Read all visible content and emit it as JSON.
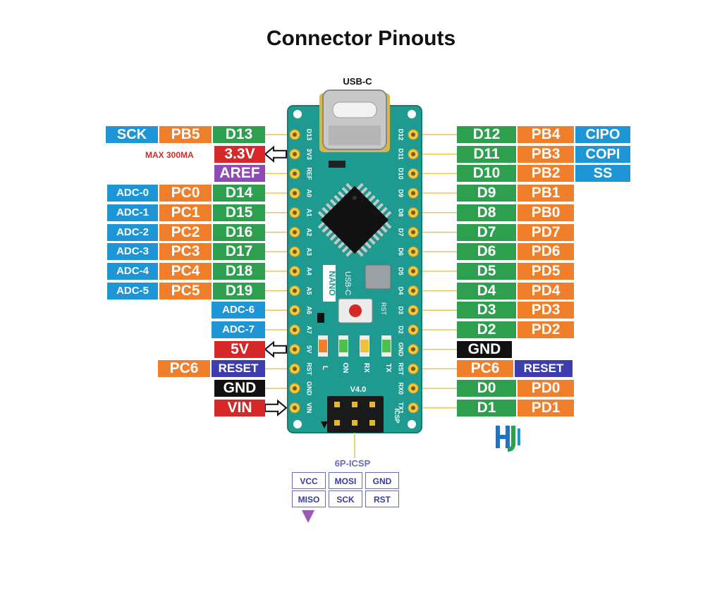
{
  "title": "Connector Pinouts",
  "usb_label": "USB-C",
  "board": {
    "name": "NANO",
    "usb_text": "USB-C",
    "version": "V4.0",
    "icsp_text": "ICSP",
    "rst_text": "RST",
    "left_silk": [
      "D13",
      "3V3",
      "REF",
      "A0",
      "A1",
      "A2",
      "A3",
      "A4",
      "A5",
      "A6",
      "A7",
      "5V",
      "RST",
      "GND",
      "VIN"
    ],
    "right_silk": [
      "D12",
      "D11",
      "D10",
      "D9",
      "D8",
      "D7",
      "D6",
      "D5",
      "D4",
      "D3",
      "D2",
      "GND",
      "RST",
      "RX0",
      "TX1"
    ],
    "leds": [
      "L",
      "ON",
      "RX",
      "TX"
    ]
  },
  "max_note": "MAX 300MA",
  "left_rows": [
    [
      {
        "t": "SCK",
        "c": "blue"
      },
      {
        "t": "PB5",
        "c": "orange"
      },
      {
        "t": "D13",
        "c": "green"
      }
    ],
    [
      {
        "t": "3.3V",
        "c": "red"
      }
    ],
    [
      {
        "t": "AREF",
        "c": "purple"
      }
    ],
    [
      {
        "t": "ADC-0",
        "c": "blue"
      },
      {
        "t": "PC0",
        "c": "orange"
      },
      {
        "t": "D14",
        "c": "green"
      }
    ],
    [
      {
        "t": "ADC-1",
        "c": "blue"
      },
      {
        "t": "PC1",
        "c": "orange"
      },
      {
        "t": "D15",
        "c": "green"
      }
    ],
    [
      {
        "t": "ADC-2",
        "c": "blue"
      },
      {
        "t": "PC2",
        "c": "orange"
      },
      {
        "t": "D16",
        "c": "green"
      }
    ],
    [
      {
        "t": "ADC-3",
        "c": "blue"
      },
      {
        "t": "PC3",
        "c": "orange"
      },
      {
        "t": "D17",
        "c": "green"
      }
    ],
    [
      {
        "t": "ADC-4",
        "c": "blue"
      },
      {
        "t": "PC4",
        "c": "orange"
      },
      {
        "t": "D18",
        "c": "green"
      }
    ],
    [
      {
        "t": "ADC-5",
        "c": "blue"
      },
      {
        "t": "PC5",
        "c": "orange"
      },
      {
        "t": "D19",
        "c": "green"
      }
    ],
    [
      {
        "t": "ADC-6",
        "c": "blue"
      }
    ],
    [
      {
        "t": "ADC-7",
        "c": "blue"
      }
    ],
    [
      {
        "t": "5V",
        "c": "red"
      }
    ],
    [
      {
        "t": "PC6",
        "c": "orange"
      },
      {
        "t": "RESET",
        "c": "navy"
      }
    ],
    [
      {
        "t": "GND",
        "c": "black"
      }
    ],
    [
      {
        "t": "VIN",
        "c": "red"
      }
    ]
  ],
  "right_rows": [
    [
      {
        "t": "D12",
        "c": "green"
      },
      {
        "t": "PB4",
        "c": "orange"
      },
      {
        "t": "CIPO",
        "c": "blue"
      }
    ],
    [
      {
        "t": "D11",
        "c": "green"
      },
      {
        "t": "PB3",
        "c": "orange"
      },
      {
        "t": "COPI",
        "c": "blue"
      }
    ],
    [
      {
        "t": "D10",
        "c": "green"
      },
      {
        "t": "PB2",
        "c": "orange"
      },
      {
        "t": "SS",
        "c": "blue"
      }
    ],
    [
      {
        "t": "D9",
        "c": "green"
      },
      {
        "t": "PB1",
        "c": "orange"
      }
    ],
    [
      {
        "t": "D8",
        "c": "green"
      },
      {
        "t": "PB0",
        "c": "orange"
      }
    ],
    [
      {
        "t": "D7",
        "c": "green"
      },
      {
        "t": "PD7",
        "c": "orange"
      }
    ],
    [
      {
        "t": "D6",
        "c": "green"
      },
      {
        "t": "PD6",
        "c": "orange"
      }
    ],
    [
      {
        "t": "D5",
        "c": "green"
      },
      {
        "t": "PD5",
        "c": "orange"
      }
    ],
    [
      {
        "t": "D4",
        "c": "green"
      },
      {
        "t": "PD4",
        "c": "orange"
      }
    ],
    [
      {
        "t": "D3",
        "c": "green"
      },
      {
        "t": "PD3",
        "c": "orange"
      }
    ],
    [
      {
        "t": "D2",
        "c": "green"
      },
      {
        "t": "PD2",
        "c": "orange"
      }
    ],
    [
      {
        "t": "GND",
        "c": "black"
      }
    ],
    [
      {
        "t": "PC6",
        "c": "orange"
      },
      {
        "t": "RESET",
        "c": "navy"
      }
    ],
    [
      {
        "t": "D0",
        "c": "green"
      },
      {
        "t": "PD0",
        "c": "orange"
      }
    ],
    [
      {
        "t": "D1",
        "c": "green"
      },
      {
        "t": "PD1",
        "c": "orange"
      }
    ]
  ],
  "icsp": {
    "title": "6P-ICSP",
    "top": [
      "VCC",
      "MOSI",
      "GND"
    ],
    "bottom": [
      "MISO",
      "SCK",
      "RST"
    ]
  },
  "colors": {
    "green": "#2e9e4f",
    "orange": "#f07f2c",
    "blue": "#1e96d6",
    "red": "#d62828",
    "purple": "#8e4bb8",
    "navy": "#3d3db0",
    "black": "#111111",
    "board": "#1f9a90"
  },
  "logo_icon": "hw-logo-icon"
}
